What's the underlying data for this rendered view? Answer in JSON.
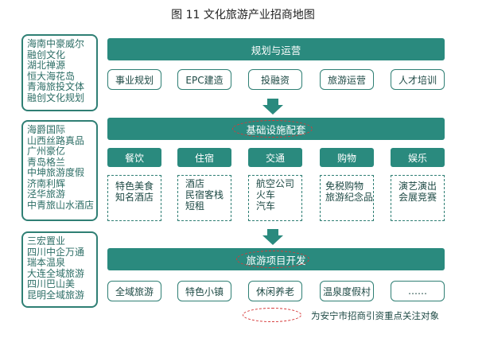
{
  "title": "图  11 文化旅游产业招商地图",
  "groups": [
    {
      "companies": [
        "海南中豪威尔",
        "融创文化",
        "湖北禅源",
        "恒大海花岛",
        "青海旅投文体",
        "融创文化规划"
      ],
      "header": "规划与运营",
      "items": [
        "事业规划",
        "EPC建造",
        "投融资",
        "旅游运营",
        "人才培训"
      ]
    },
    {
      "companies": [
        "海爵国际",
        "山西丝路真品",
        "广州豪亿",
        "青岛格兰",
        "中坤旅游度假",
        "济南利辉",
        "泾华旅游",
        "中青旅山水酒店"
      ],
      "header": "基础设施配套",
      "categories": [
        {
          "label": "餐饮",
          "details": [
            "特色美食",
            "知名酒店"
          ]
        },
        {
          "label": "住宿",
          "details": [
            "酒店",
            "民宿客栈",
            "短租"
          ]
        },
        {
          "label": "交通",
          "details": [
            "航空公司",
            "火车",
            "汽车"
          ]
        },
        {
          "label": "购物",
          "details": [
            "免税购物",
            "旅游纪念品"
          ]
        },
        {
          "label": "娱乐",
          "details": [
            "演艺演出",
            "会展竞赛"
          ]
        }
      ]
    },
    {
      "companies": [
        "三宏置业",
        "四川中企万通",
        "瑞本温泉",
        "大连全域旅游",
        "四川巴山美",
        "昆明全域旅游"
      ],
      "header": "旅游项目开发",
      "items": [
        "全域旅游",
        "特色小镇",
        "休闲养老",
        "温泉度假村",
        "……"
      ]
    }
  ],
  "legend": {
    "text": "为安宁市招商引资重点关注对象"
  },
  "colors": {
    "primary": "#2a8a7e",
    "border": "#2f7f74",
    "highlight": "#d63a3a"
  }
}
